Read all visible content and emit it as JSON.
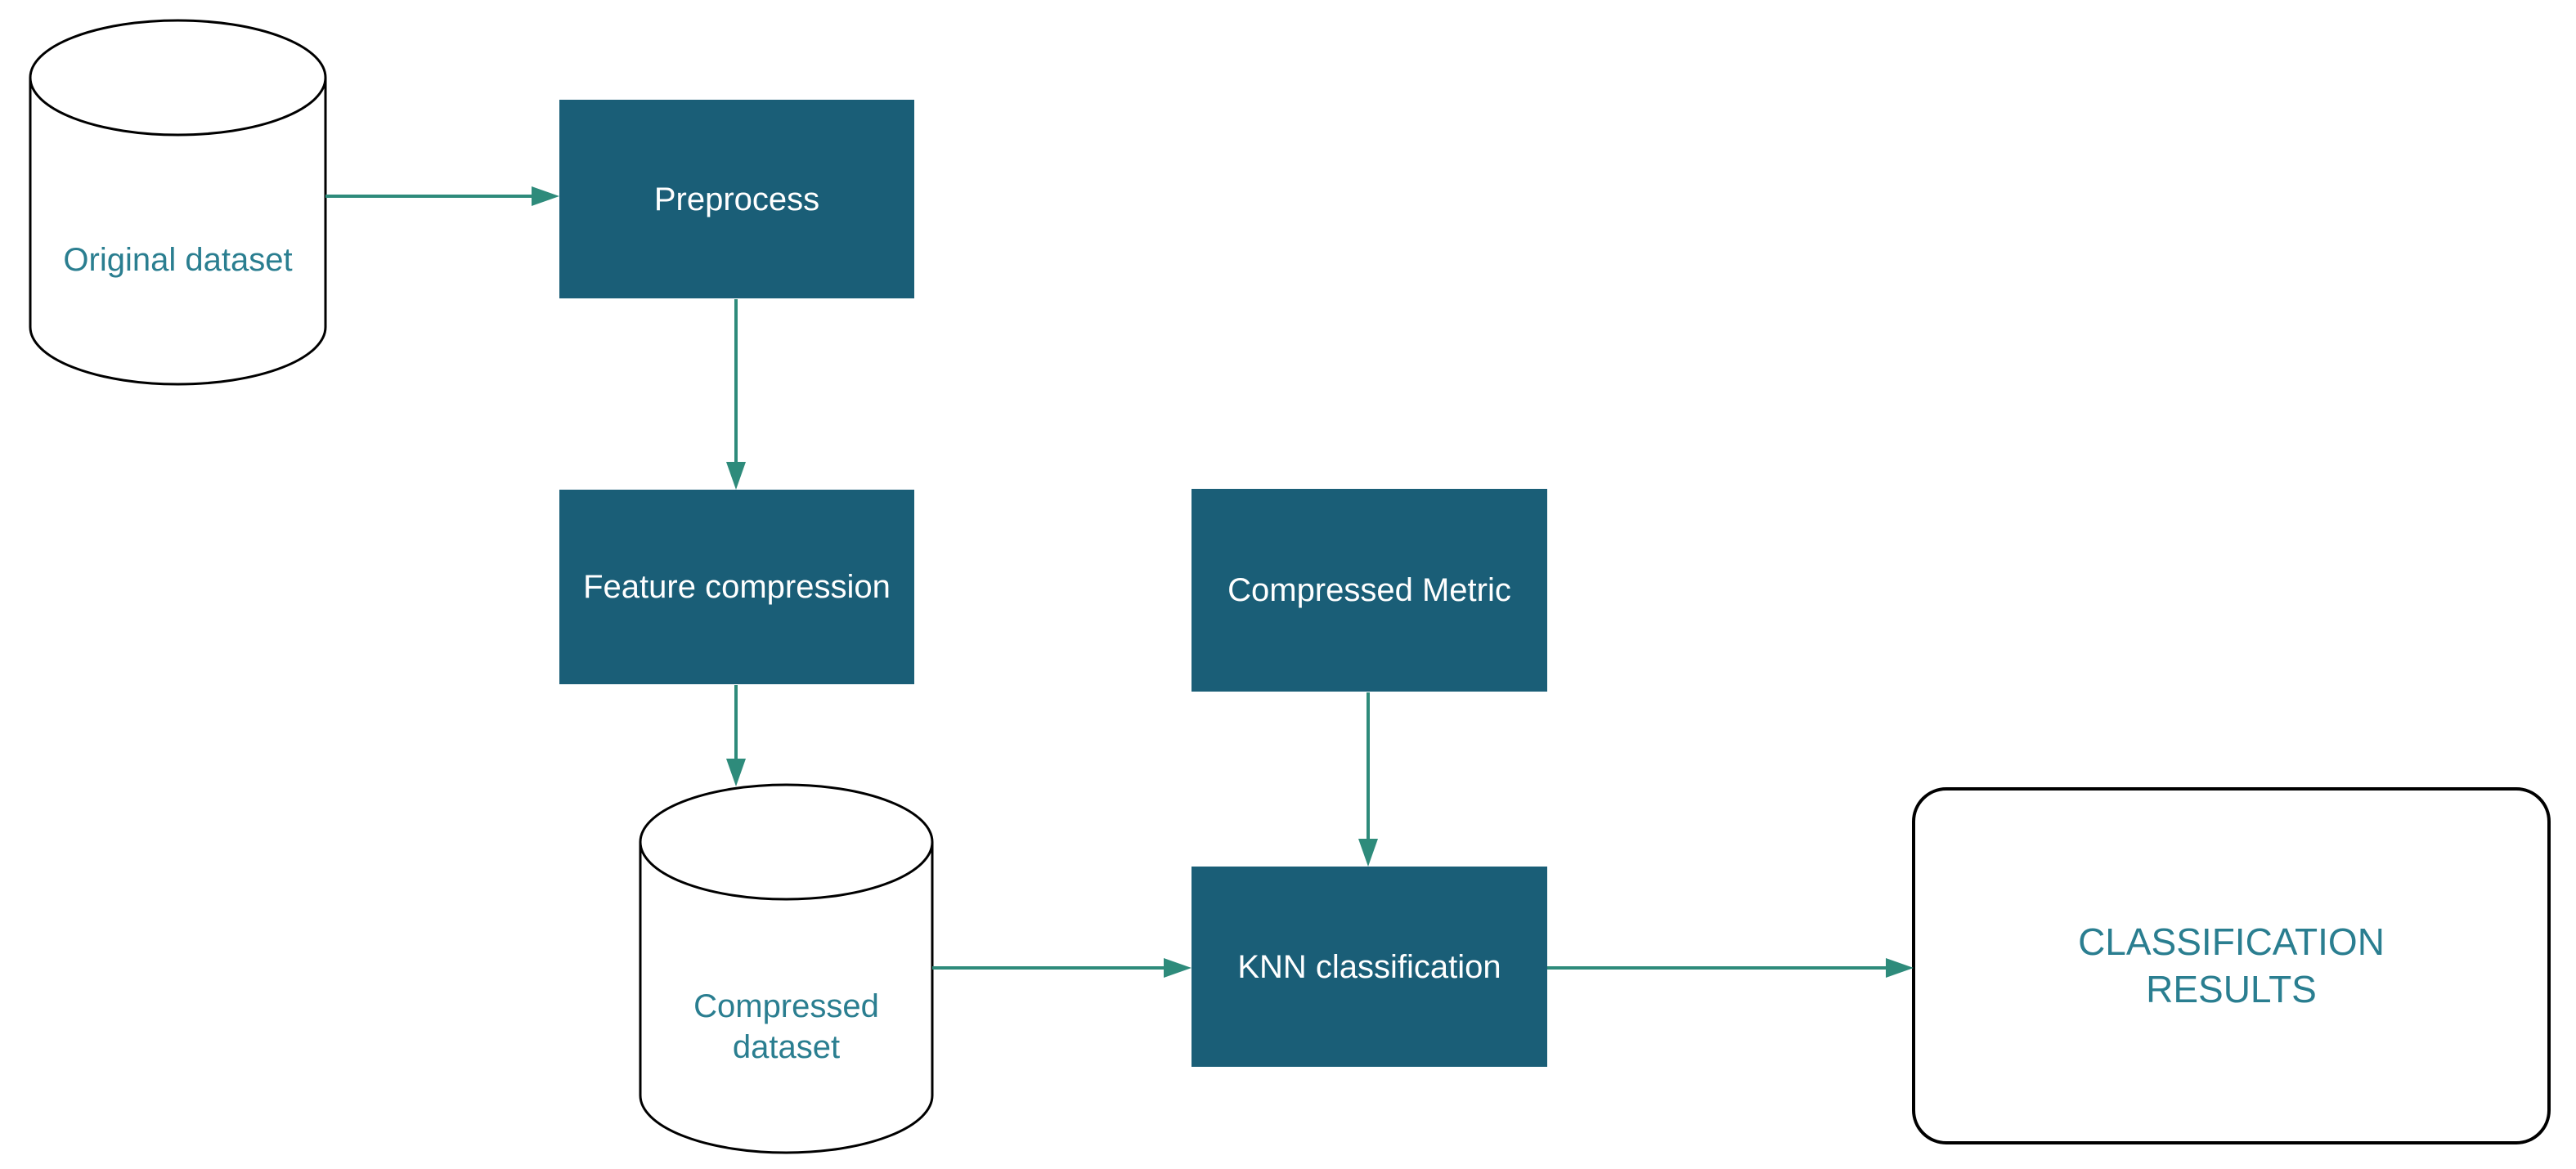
{
  "diagram": {
    "type": "flowchart",
    "nodes": [
      {
        "id": "original-dataset",
        "shape": "cylinder",
        "label": "Original dataset"
      },
      {
        "id": "preprocess",
        "shape": "rect",
        "label": "Preprocess"
      },
      {
        "id": "feature-compression",
        "shape": "rect",
        "label": "Feature compression"
      },
      {
        "id": "compressed-metric",
        "shape": "rect",
        "label": "Compressed Metric"
      },
      {
        "id": "compressed-dataset",
        "shape": "cylinder",
        "label": "Compressed\ndataset"
      },
      {
        "id": "knn-classification",
        "shape": "rect",
        "label": "KNN classification"
      },
      {
        "id": "classification-results",
        "shape": "rounded-rect",
        "label": "CLASSIFICATION\nRESULTS"
      }
    ],
    "edges": [
      {
        "from": "original-dataset",
        "to": "preprocess"
      },
      {
        "from": "preprocess",
        "to": "feature-compression"
      },
      {
        "from": "feature-compression",
        "to": "compressed-dataset"
      },
      {
        "from": "compressed-metric",
        "to": "knn-classification"
      },
      {
        "from": "compressed-dataset",
        "to": "knn-classification"
      },
      {
        "from": "knn-classification",
        "to": "classification-results"
      }
    ],
    "colors": {
      "process_fill": "#1a5e77",
      "process_text": "#ffffff",
      "teal_text": "#2a7e90",
      "arrow": "#2e8b7b",
      "shape_stroke": "#000000",
      "background": "#ffffff"
    }
  }
}
